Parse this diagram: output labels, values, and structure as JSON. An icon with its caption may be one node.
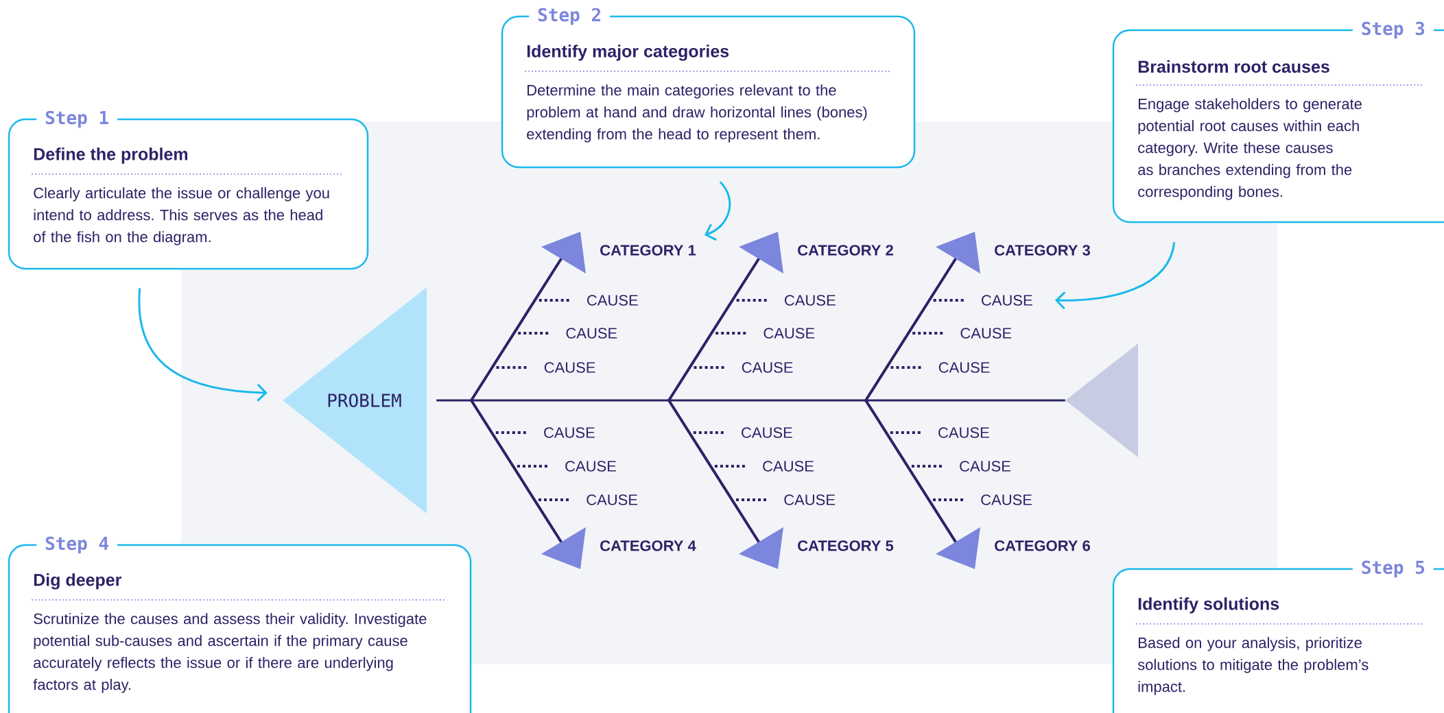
{
  "diagram": {
    "nodes": [
      {
        "text": [
          "Step 1",
          "Define the problem",
          "Clearly articulate the issue or challenge you intend to address. This serves as the head of the fish on the diagram."
        ]
      },
      {
        "text": [
          "Step 2",
          "Identify major categories",
          "Determine the main categories relevant to the problem at hand and draw horizontal lines (bones) extending from the head to represent them."
        ]
      },
      {
        "text": [
          "Step 3",
          "Brainstorm root causes",
          "Engage stakeholders to generate potential root causes within each category. Write these causes as branches extending from the corresponding bones."
        ]
      },
      {
        "text": [
          "Step 4",
          "Dig deeper",
          "Scrutinize the causes and assess their validity. Investigate potential sub-causes and ascertain if the primary cause accurately reflects the issue or if there are underlying factors at play."
        ]
      },
      {
        "text": [
          "Step 5",
          "Identify solutions",
          "Based on your analysis, prioritize solutions to mitigate the problem’s impact."
        ]
      },
      {
        "text": [
          "PROBLEM"
        ]
      },
      {
        "text": [
          "CATEGORY 1"
        ]
      },
      {
        "text": [
          "CATEGORY 2"
        ]
      },
      {
        "text": [
          "CATEGORY 3"
        ]
      },
      {
        "text": [
          "CATEGORY 4"
        ]
      },
      {
        "text": [
          "CATEGORY 5"
        ]
      },
      {
        "text": [
          "CATEGORY 6"
        ]
      },
      {
        "text": [
          "CAUSE"
        ]
      },
      {
        "text": [
          "CAUSE"
        ]
      },
      {
        "text": [
          "CAUSE"
        ]
      },
      {
        "text": [
          "CAUSE"
        ]
      },
      {
        "text": [
          "CAUSE"
        ]
      },
      {
        "text": [
          "CAUSE"
        ]
      },
      {
        "text": [
          "CAUSE"
        ]
      },
      {
        "text": [
          "CAUSE"
        ]
      },
      {
        "text": [
          "CAUSE"
        ]
      },
      {
        "text": [
          "CAUSE"
        ]
      },
      {
        "text": [
          "CAUSE"
        ]
      },
      {
        "text": [
          "CAUSE"
        ]
      },
      {
        "text": [
          "CAUSE"
        ]
      },
      {
        "text": [
          "CAUSE"
        ]
      },
      {
        "text": [
          "CAUSE"
        ]
      },
      {
        "text": [
          "CAUSE"
        ]
      },
      {
        "text": [
          "CAUSE"
        ]
      },
      {
        "text": [
          "CAUSE"
        ]
      },
      {
        "text": [],
        "shape": "triangle"
      }
    ],
    "edges": [
      {
        "from": 0,
        "to": 5,
        "arrow": "to"
      },
      {
        "from": 1,
        "to": 6,
        "arrow": "to"
      },
      {
        "from": 2,
        "to": 18,
        "arrow": "to"
      },
      {
        "from": 5,
        "to": 30,
        "arrow": "none",
        "color": "#2e2166"
      }
    ]
  }
}
